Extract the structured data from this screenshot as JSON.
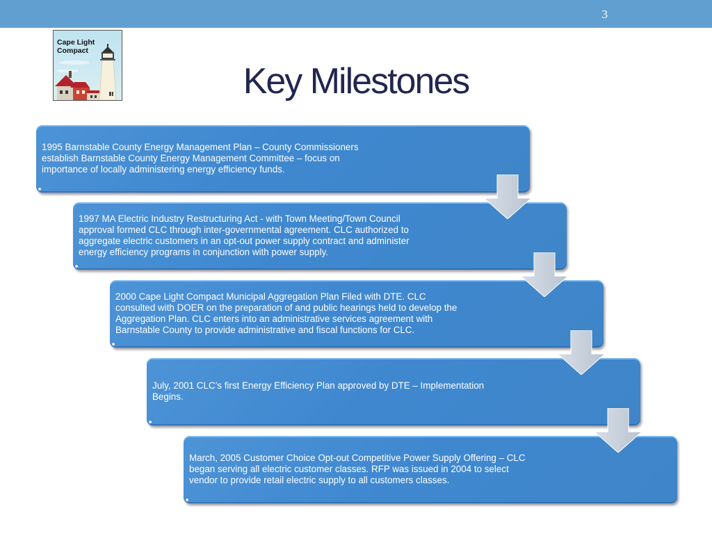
{
  "slide": {
    "page_number": "3",
    "title": "Key Milestones",
    "logo": {
      "text_line1": "Cape Light",
      "text_line2": "Compact",
      "icon": "lighthouse-icon"
    },
    "colors": {
      "top_bar": "#629fd1",
      "title": "#22264f",
      "box": "#4189d0",
      "arrow": "#c9d3df"
    }
  },
  "milestones": [
    {
      "text": "1995 Barnstable County Energy Management Plan – County Commissioners\nestablish Barnstable County Energy Management Committee – focus on\nimportance of locally administering energy efficiency funds."
    },
    {
      "text": "1997 MA Electric Industry Restructuring Act  - with Town Meeting/Town Council\napproval formed CLC through inter-governmental agreement.  CLC authorized to\naggregate electric customers in an opt-out power supply contract and administer\nenergy efficiency programs in conjunction with power supply."
    },
    {
      "text": "2000 Cape Light Compact Municipal Aggregation Plan Filed with DTE.   CLC\nconsulted with DOER on the preparation of and public hearings held to develop the\nAggregation Plan.  CLC enters into an administrative services agreement with\nBarnstable County to provide administrative and fiscal functions for CLC."
    },
    {
      "text": "July, 2001 CLC’s first Energy Efficiency Plan approved by DTE – Implementation\nBegins."
    },
    {
      "text": "March, 2005 Customer Choice Opt-out Competitive Power Supply Offering – CLC\nbegan serving all electric customer classes.  RFP was issued in 2004 to select\nvendor to provide retail electric supply to all customers classes."
    }
  ],
  "arrows": [
    {
      "icon": "down-arrow-icon"
    },
    {
      "icon": "down-arrow-icon"
    },
    {
      "icon": "down-arrow-icon"
    },
    {
      "icon": "down-arrow-icon"
    }
  ]
}
